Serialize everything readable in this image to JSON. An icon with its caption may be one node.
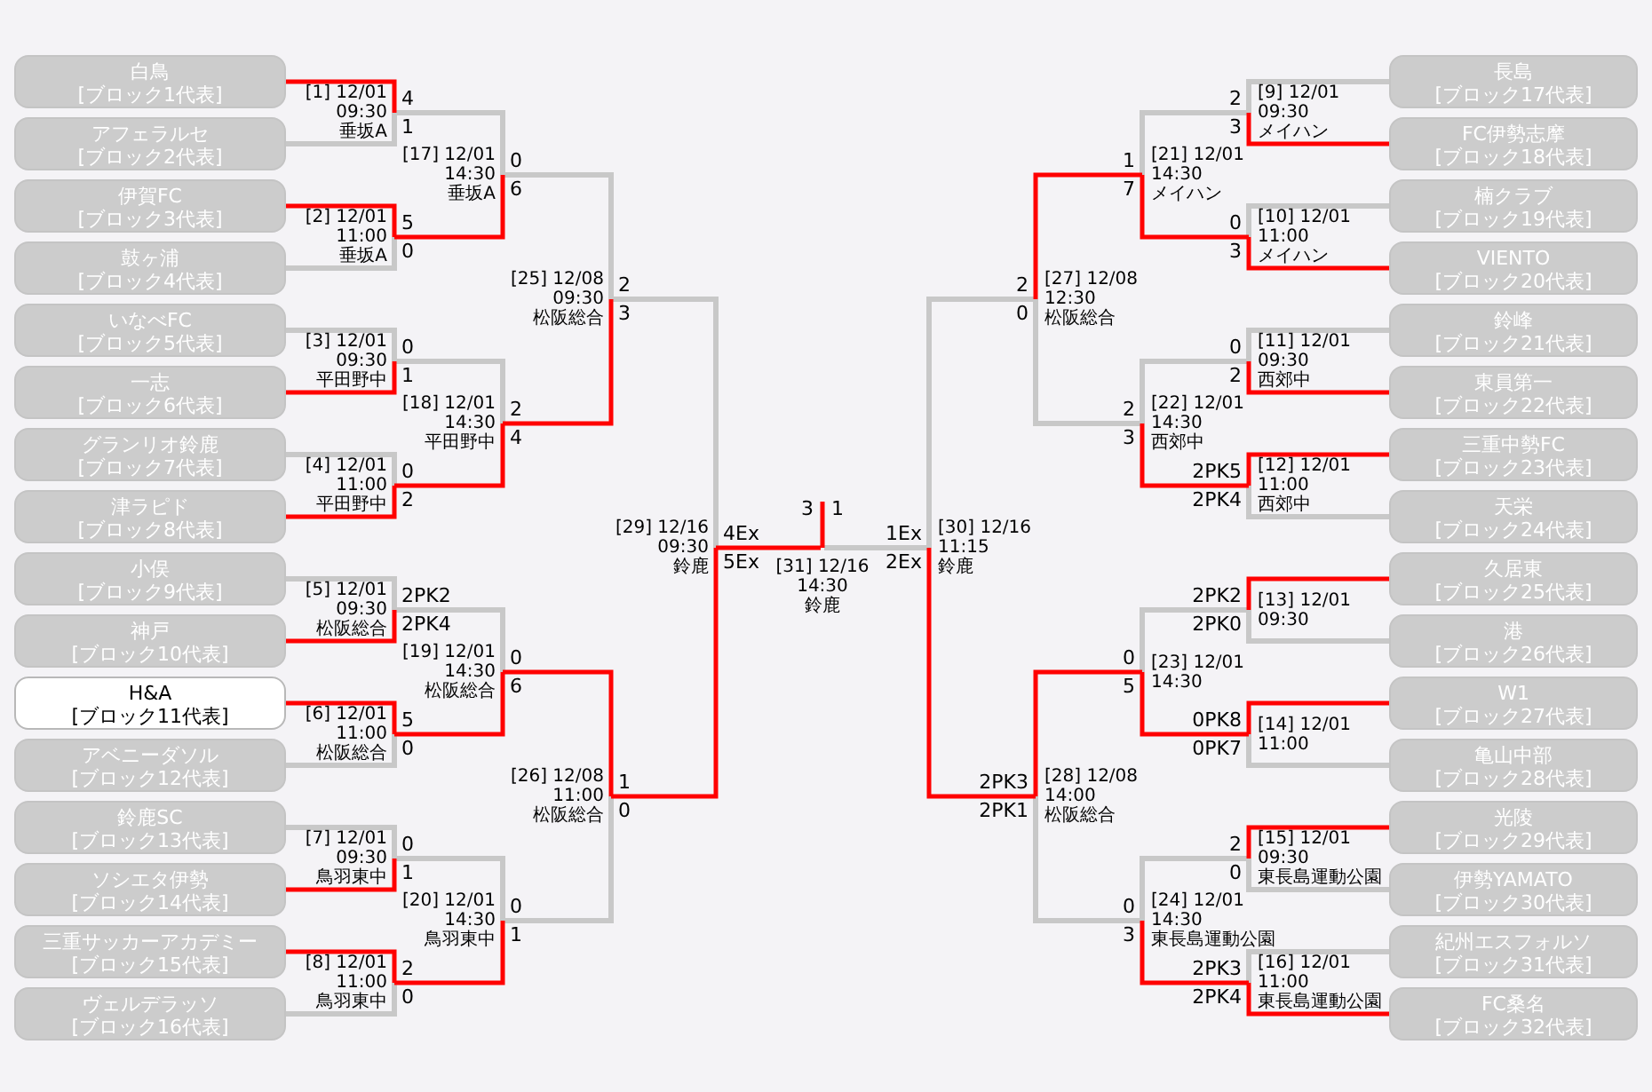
{
  "diagram": {
    "nodes": [
      {
        "text": [
          "白鳥",
          "[ブロック1代表]"
        ]
      },
      {
        "text": [
          "アフェラルセ",
          "[ブロック2代表]"
        ]
      },
      {
        "text": [
          "伊賀FC",
          "[ブロック3代表]"
        ]
      },
      {
        "text": [
          "鼓ヶ浦",
          "[ブロック4代表]"
        ]
      },
      {
        "text": [
          "いなべFC",
          "[ブロック5代表]"
        ]
      },
      {
        "text": [
          "一志",
          "[ブロック6代表]"
        ]
      },
      {
        "text": [
          "グランリオ鈴鹿",
          "[ブロック7代表]"
        ]
      },
      {
        "text": [
          "津ラピド",
          "[ブロック8代表]"
        ]
      },
      {
        "text": [
          "小俣",
          "[ブロック9代表]"
        ]
      },
      {
        "text": [
          "神戸",
          "[ブロック10代表]"
        ]
      },
      {
        "text": [
          "H&A",
          "[ブロック11代表]"
        ]
      },
      {
        "text": [
          "アベニーダソル",
          "[ブロック12代表]"
        ]
      },
      {
        "text": [
          "鈴鹿SC",
          "[ブロック13代表]"
        ]
      },
      {
        "text": [
          "ソシエタ伊勢",
          "[ブロック14代表]"
        ]
      },
      {
        "text": [
          "三重サッカーアカデミー",
          "[ブロック15代表]"
        ]
      },
      {
        "text": [
          "ヴェルデラッソ",
          "[ブロック16代表]"
        ]
      },
      {
        "text": [
          "長島",
          "[ブロック17代表]"
        ]
      },
      {
        "text": [
          "FC伊勢志摩",
          "[ブロック18代表]"
        ]
      },
      {
        "text": [
          "楠クラブ",
          "[ブロック19代表]"
        ]
      },
      {
        "text": [
          "VIENTO",
          "[ブロック20代表]"
        ]
      },
      {
        "text": [
          "鈴峰",
          "[ブロック21代表]"
        ]
      },
      {
        "text": [
          "東員第一",
          "[ブロック22代表]"
        ]
      },
      {
        "text": [
          "三重中勢FC",
          "[ブロック23代表]"
        ]
      },
      {
        "text": [
          "天栄",
          "[ブロック24代表]"
        ]
      },
      {
        "text": [
          "久居東",
          "[ブロック25代表]"
        ]
      },
      {
        "text": [
          "港",
          "[ブロック26代表]"
        ]
      },
      {
        "text": [
          "W1",
          "[ブロック27代表]"
        ]
      },
      {
        "text": [
          "亀山中部",
          "[ブロック28代表]"
        ]
      },
      {
        "text": [
          "光陵",
          "[ブロック29代表]"
        ]
      },
      {
        "text": [
          "伊勢YAMATO",
          "[ブロック30代表]"
        ]
      },
      {
        "text": [
          "紀州エスフォルソ",
          "[ブロック31代表]"
        ]
      },
      {
        "text": [
          "FC桑名",
          "[ブロック32代表]"
        ]
      },
      {
        "text": [
          "[1] 12/01",
          "09:30",
          "垂坂A"
        ],
        "beside": [
          "4",
          "1"
        ]
      },
      {
        "text": [
          "[2] 12/01",
          "11:00",
          "垂坂A"
        ],
        "beside": [
          "5",
          "0"
        ]
      },
      {
        "text": [
          "[3] 12/01",
          "09:30",
          "平田野中"
        ],
        "beside": [
          "0",
          "1"
        ]
      },
      {
        "text": [
          "[4] 12/01",
          "11:00",
          "平田野中"
        ],
        "beside": [
          "0",
          "2"
        ]
      },
      {
        "text": [
          "[5] 12/01",
          "09:30",
          "松阪総合"
        ],
        "beside": [
          "2PK2",
          "2PK4"
        ]
      },
      {
        "text": [
          "[6] 12/01",
          "11:00",
          "松阪総合"
        ],
        "beside": [
          "5",
          "0"
        ]
      },
      {
        "text": [
          "[7] 12/01",
          "09:30",
          "鳥羽東中"
        ],
        "beside": [
          "0",
          "1"
        ]
      },
      {
        "text": [
          "[8] 12/01",
          "11:00",
          "鳥羽東中"
        ],
        "beside": [
          "2",
          "0"
        ]
      },
      {
        "text": [
          "[9] 12/01",
          "09:30",
          "メイハン"
        ],
        "beside": [
          "2",
          "3"
        ]
      },
      {
        "text": [
          "[10] 12/01",
          "11:00",
          "メイハン"
        ],
        "beside": [
          "0",
          "3"
        ]
      },
      {
        "text": [
          "[11] 12/01",
          "09:30",
          "西郊中"
        ],
        "beside": [
          "0",
          "2"
        ]
      },
      {
        "text": [
          "[12] 12/01",
          "11:00",
          "西郊中"
        ],
        "beside": [
          "2PK5",
          "2PK4"
        ]
      },
      {
        "text": [
          "[13] 12/01",
          "09:30"
        ],
        "beside": [
          "2PK2",
          "2PK0"
        ]
      },
      {
        "text": [
          "[14] 12/01",
          "11:00"
        ],
        "beside": [
          "0PK8",
          "0PK7"
        ]
      },
      {
        "text": [
          "[15] 12/01",
          "09:30",
          "東長島運動公園"
        ],
        "beside": [
          "2",
          "0"
        ]
      },
      {
        "text": [
          "[16] 12/01",
          "11:00",
          "東長島運動公園"
        ],
        "beside": [
          "2PK3",
          "2PK4"
        ]
      },
      {
        "text": [
          "[17] 12/01",
          "14:30",
          "垂坂A"
        ],
        "beside": [
          "0",
          "6"
        ]
      },
      {
        "text": [
          "[18] 12/01",
          "14:30",
          "平田野中"
        ],
        "beside": [
          "2",
          "4"
        ]
      },
      {
        "text": [
          "[19] 12/01",
          "14:30",
          "松阪総合"
        ],
        "beside": [
          "0",
          "6"
        ]
      },
      {
        "text": [
          "[20] 12/01",
          "14:30",
          "鳥羽東中"
        ],
        "beside": [
          "0",
          "1"
        ]
      },
      {
        "text": [
          "[21] 12/01",
          "14:30",
          "メイハン"
        ],
        "beside": [
          "1",
          "7"
        ]
      },
      {
        "text": [
          "[22] 12/01",
          "14:30",
          "西郊中"
        ],
        "beside": [
          "2",
          "3"
        ]
      },
      {
        "text": [
          "[23] 12/01",
          "14:30"
        ],
        "beside": [
          "0",
          "5"
        ]
      },
      {
        "text": [
          "[24] 12/01",
          "14:30",
          "東長島運動公園"
        ],
        "beside": [
          "0",
          "3"
        ]
      },
      {
        "text": [
          "[25] 12/08",
          "09:30",
          "松阪総合"
        ],
        "beside": [
          "2",
          "3"
        ]
      },
      {
        "text": [
          "[26] 12/08",
          "11:00",
          "松阪総合"
        ],
        "beside": [
          "1",
          "0"
        ]
      },
      {
        "text": [
          "[27] 12/08",
          "12:30",
          "松阪総合"
        ],
        "beside": [
          "2",
          "0"
        ]
      },
      {
        "text": [
          "[28] 12/08",
          "14:00",
          "松阪総合"
        ],
        "beside": [
          "2PK3",
          "2PK1"
        ]
      },
      {
        "text": [
          "[29] 12/16",
          "09:30",
          "鈴鹿"
        ],
        "beside": [
          "4Ex",
          "5Ex"
        ]
      },
      {
        "text": [
          "[30] 12/16",
          "11:15",
          "鈴鹿"
        ],
        "beside": [
          "1Ex",
          "2Ex"
        ]
      },
      {
        "text": [
          "[31] 12/16",
          "14:30",
          "鈴鹿"
        ],
        "beside": [
          "3",
          "1"
        ]
      }
    ],
    "edges": [
      {
        "from": 0,
        "to": 32,
        "arrow": "none",
        "color": "#ff0000"
      },
      {
        "from": 1,
        "to": 32,
        "arrow": "none",
        "color": "#c8c8c8"
      },
      {
        "from": 2,
        "to": 33,
        "arrow": "none",
        "color": "#ff0000"
      },
      {
        "from": 3,
        "to": 33,
        "arrow": "none",
        "color": "#c8c8c8"
      },
      {
        "from": 4,
        "to": 34,
        "arrow": "none",
        "color": "#c8c8c8"
      },
      {
        "from": 5,
        "to": 34,
        "arrow": "none",
        "color": "#ff0000"
      },
      {
        "from": 6,
        "to": 35,
        "arrow": "none",
        "color": "#c8c8c8"
      },
      {
        "from": 7,
        "to": 35,
        "arrow": "none",
        "color": "#ff0000"
      },
      {
        "from": 8,
        "to": 36,
        "arrow": "none",
        "color": "#c8c8c8"
      },
      {
        "from": 9,
        "to": 36,
        "arrow": "none",
        "color": "#ff0000"
      },
      {
        "from": 10,
        "to": 37,
        "arrow": "none",
        "color": "#ff0000"
      },
      {
        "from": 11,
        "to": 37,
        "arrow": "none",
        "color": "#c8c8c8"
      },
      {
        "from": 12,
        "to": 38,
        "arrow": "none",
        "color": "#c8c8c8"
      },
      {
        "from": 13,
        "to": 38,
        "arrow": "none",
        "color": "#ff0000"
      },
      {
        "from": 14,
        "to": 39,
        "arrow": "none",
        "color": "#ff0000"
      },
      {
        "from": 15,
        "to": 39,
        "arrow": "none",
        "color": "#c8c8c8"
      },
      {
        "from": 16,
        "to": 40,
        "arrow": "none",
        "color": "#c8c8c8"
      },
      {
        "from": 17,
        "to": 40,
        "arrow": "none",
        "color": "#ff0000"
      },
      {
        "from": 18,
        "to": 41,
        "arrow": "none",
        "color": "#c8c8c8"
      },
      {
        "from": 19,
        "to": 41,
        "arrow": "none",
        "color": "#ff0000"
      },
      {
        "from": 20,
        "to": 42,
        "arrow": "none",
        "color": "#c8c8c8"
      },
      {
        "from": 21,
        "to": 42,
        "arrow": "none",
        "color": "#ff0000"
      },
      {
        "from": 22,
        "to": 43,
        "arrow": "none",
        "color": "#ff0000"
      },
      {
        "from": 23,
        "to": 43,
        "arrow": "none",
        "color": "#c8c8c8"
      },
      {
        "from": 24,
        "to": 44,
        "arrow": "none",
        "color": "#ff0000"
      },
      {
        "from": 25,
        "to": 44,
        "arrow": "none",
        "color": "#c8c8c8"
      },
      {
        "from": 26,
        "to": 45,
        "arrow": "none",
        "color": "#ff0000"
      },
      {
        "from": 27,
        "to": 45,
        "arrow": "none",
        "color": "#c8c8c8"
      },
      {
        "from": 28,
        "to": 46,
        "arrow": "none",
        "color": "#ff0000"
      },
      {
        "from": 29,
        "to": 46,
        "arrow": "none",
        "color": "#c8c8c8"
      },
      {
        "from": 30,
        "to": 47,
        "arrow": "none",
        "color": "#c8c8c8"
      },
      {
        "from": 31,
        "to": 47,
        "arrow": "none",
        "color": "#ff0000"
      },
      {
        "from": 32,
        "to": 48,
        "arrow": "none",
        "color": "#c8c8c8"
      },
      {
        "from": 33,
        "to": 48,
        "arrow": "none",
        "color": "#ff0000"
      },
      {
        "from": 34,
        "to": 49,
        "arrow": "none",
        "color": "#c8c8c8"
      },
      {
        "from": 35,
        "to": 49,
        "arrow": "none",
        "color": "#ff0000"
      },
      {
        "from": 36,
        "to": 50,
        "arrow": "none",
        "color": "#c8c8c8"
      },
      {
        "from": 37,
        "to": 50,
        "arrow": "none",
        "color": "#ff0000"
      },
      {
        "from": 38,
        "to": 51,
        "arrow": "none",
        "color": "#c8c8c8"
      },
      {
        "from": 39,
        "to": 51,
        "arrow": "none",
        "color": "#ff0000"
      },
      {
        "from": 40,
        "to": 52,
        "arrow": "none",
        "color": "#c8c8c8"
      },
      {
        "from": 41,
        "to": 52,
        "arrow": "none",
        "color": "#ff0000"
      },
      {
        "from": 42,
        "to": 53,
        "arrow": "none",
        "color": "#c8c8c8"
      },
      {
        "from": 43,
        "to": 53,
        "arrow": "none",
        "color": "#ff0000"
      },
      {
        "from": 44,
        "to": 54,
        "arrow": "none",
        "color": "#c8c8c8"
      },
      {
        "from": 45,
        "to": 54,
        "arrow": "none",
        "color": "#ff0000"
      },
      {
        "from": 46,
        "to": 55,
        "arrow": "none",
        "color": "#c8c8c8"
      },
      {
        "from": 47,
        "to": 55,
        "arrow": "none",
        "color": "#ff0000"
      },
      {
        "from": 48,
        "to": 56,
        "arrow": "none",
        "color": "#c8c8c8"
      },
      {
        "from": 49,
        "to": 56,
        "arrow": "none",
        "color": "#ff0000"
      },
      {
        "from": 50,
        "to": 57,
        "arrow": "none",
        "color": "#ff0000"
      },
      {
        "from": 51,
        "to": 57,
        "arrow": "none",
        "color": "#c8c8c8"
      },
      {
        "from": 52,
        "to": 58,
        "arrow": "none",
        "color": "#ff0000"
      },
      {
        "from": 53,
        "to": 58,
        "arrow": "none",
        "color": "#c8c8c8"
      },
      {
        "from": 54,
        "to": 59,
        "arrow": "none",
        "color": "#ff0000"
      },
      {
        "from": 55,
        "to": 59,
        "arrow": "none",
        "color": "#c8c8c8"
      },
      {
        "from": 56,
        "to": 60,
        "arrow": "none",
        "color": "#c8c8c8"
      },
      {
        "from": 57,
        "to": 60,
        "arrow": "none",
        "color": "#ff0000"
      },
      {
        "from": 58,
        "to": 61,
        "arrow": "none",
        "color": "#c8c8c8"
      },
      {
        "from": 59,
        "to": 61,
        "arrow": "none",
        "color": "#ff0000"
      },
      {
        "from": 60,
        "to": 62,
        "arrow": "none",
        "color": "#ff0000"
      },
      {
        "from": 61,
        "to": 62,
        "arrow": "none",
        "color": "#c8c8c8"
      }
    ]
  }
}
